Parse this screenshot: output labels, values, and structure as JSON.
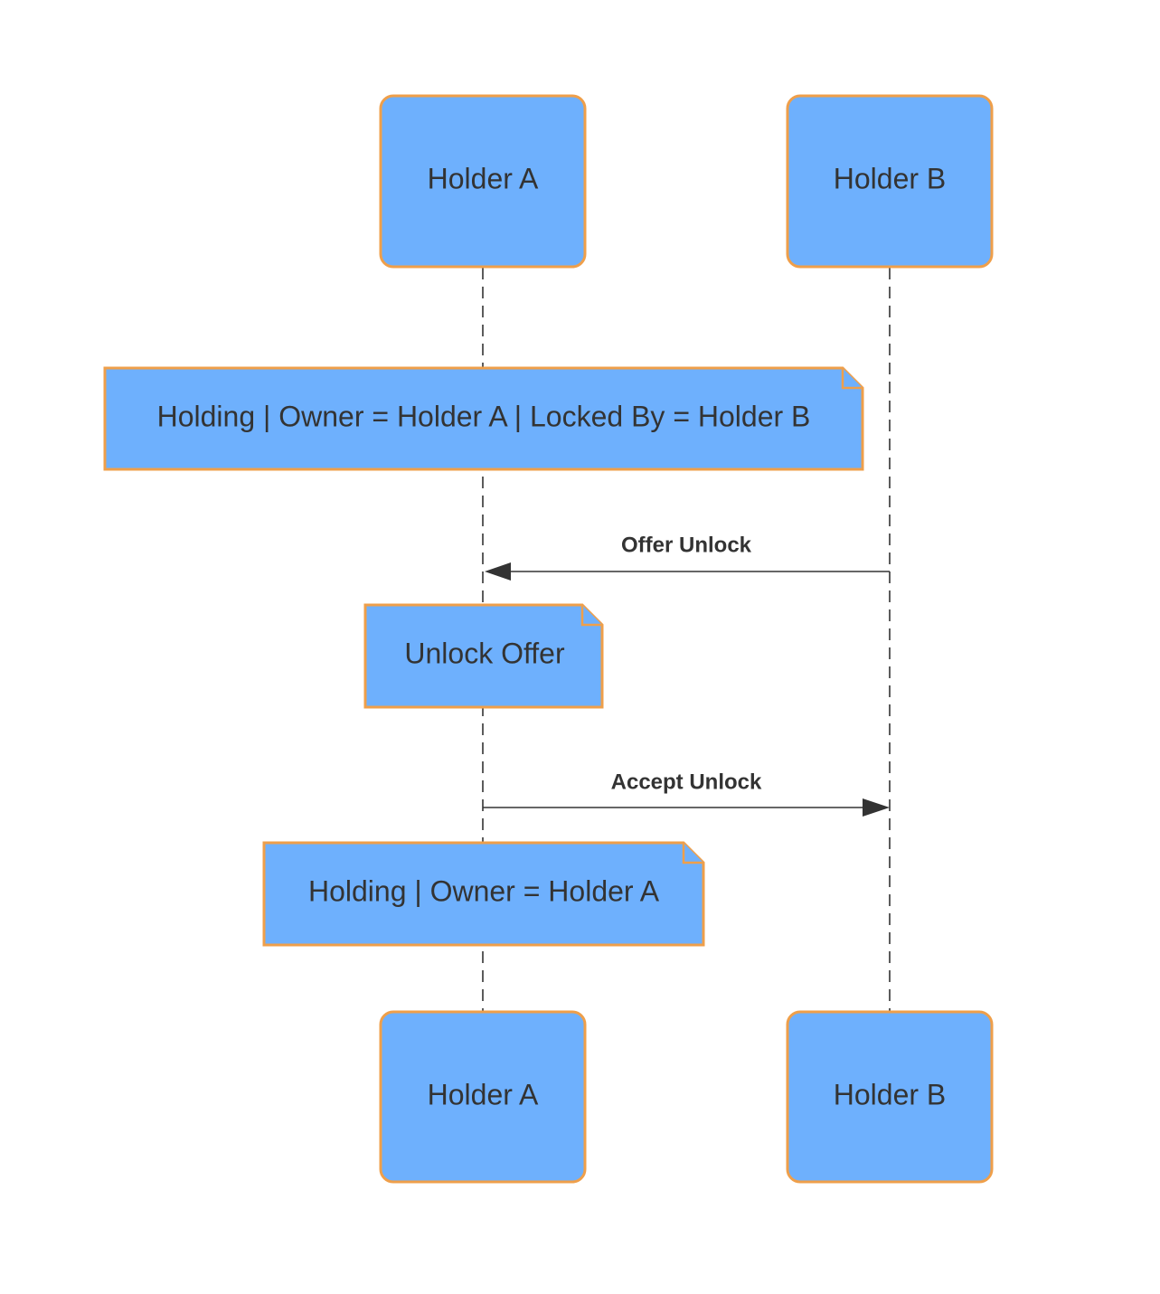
{
  "participants": [
    {
      "id": "holder-a",
      "label": "Holder A"
    },
    {
      "id": "holder-b",
      "label": "Holder B"
    }
  ],
  "notes": [
    {
      "label": "Holding | Owner = Holder A | Locked By = Holder B"
    },
    {
      "label": "Unlock Offer"
    },
    {
      "label": "Holding | Owner = Holder A"
    }
  ],
  "messages": [
    {
      "from": "holder-b",
      "to": "holder-a",
      "label": "Offer Unlock"
    },
    {
      "from": "holder-a",
      "to": "holder-b",
      "label": "Accept Unlock"
    }
  ],
  "colors": {
    "box_fill": "#6eb0fd",
    "box_stroke": "#ef9f4a",
    "line": "#333333",
    "text": "#333333"
  }
}
